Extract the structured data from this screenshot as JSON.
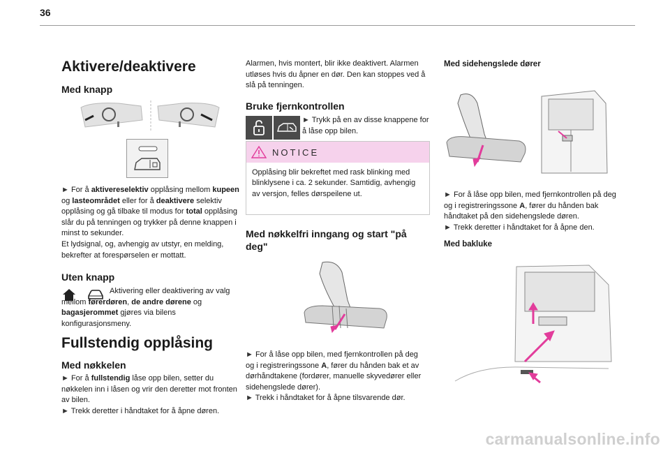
{
  "page_number": "36",
  "col1": {
    "h_main": "Aktivere/deaktivere",
    "s_knapp": {
      "heading": "Med knapp",
      "t1": "For å ",
      "b1": "aktivereselektiv",
      "t2": " opplåsing mellom ",
      "b2": "kupeen",
      "t3": " og ",
      "b3": "lasteområdet",
      "t4": " eller for å ",
      "b4": "deaktivere",
      "t5": " selektiv opplåsing og gå tilbake til modus for ",
      "b5": "total",
      "t6": " opplåsing slår du på tenningen og trykker på denne knappen i minst to sekunder.",
      "t7": "Et lydsignal, og, avhengig av utstyr, en melding, bekrefter at forespørselen er mottatt."
    },
    "s_uten": {
      "heading": "Uten knapp",
      "t1": "Aktivering eller deaktivering av valg mellom ",
      "b1": "førerdøren",
      "t2": ", ",
      "b2": "de andre dørene",
      "t3": " og ",
      "b3": "bagasjerommet",
      "t4": " gjøres via bilens konfigurasjonsmeny."
    },
    "h_full": "Fullstendig opplåsing",
    "s_nokkel": {
      "heading": "Med nøkkelen",
      "t1": "For å ",
      "b1": "fullstendig",
      "t2": " låse opp bilen, setter du nøkkelen inn i låsen og vrir den deretter mot fronten av bilen.",
      "t3": "Trekk deretter i håndtaket for å åpne døren."
    }
  },
  "col2": {
    "intro": "Alarmen, hvis montert, blir ikke deaktivert. Alarmen utløses hvis du åpner en dør. Den kan stoppes ved å slå på tenningen.",
    "h_fjern": "Bruke fjernkontrollen",
    "fjern_text": "Trykk på en av disse knappene for å låse opp bilen.",
    "notice_title": "NOTICE",
    "notice_text": "Opplåsing blir bekreftet med rask blinking med blinklysene i ca. 2 sekunder. Samtidig, avhengig av versjon, felles dørspeilene ut.",
    "h_nokkelfri": "Med nøkkelfri inngang og start \"på deg\"",
    "k1": "For å låse opp bilen, med fjernkontrollen på deg og i registreringssone ",
    "kA": "A",
    "k2": ", fører du hånden bak et av dørhåndtakene (fordører, manuelle skyvedører eller sidehengslede dører).",
    "k3": "Trekk i håndtaket for å åpne tilsvarende dør."
  },
  "col3": {
    "h_side": "Med sidehengslede dører",
    "s1": "For å låse opp bilen, med fjernkontrollen på deg og i registreringssone ",
    "sA": "A",
    "s2": ", fører du hånden bak håndtaket på den sidehengslede døren.",
    "s3": "Trekk deretter i håndtaket for å åpne den.",
    "h_bak": "Med bakluke"
  },
  "bullet": "►",
  "watermark": "carmanualsonline.info",
  "colors": {
    "pink_accent": "#e23c9b",
    "notice_bg": "#f6d2ec",
    "icon_bg": "#4a4a4a"
  },
  "icons": [
    "dashboard-left-icon",
    "dashboard-right-icon",
    "selective-unlock-button-icon",
    "house-icon",
    "car-icon",
    "padlock-open-icon",
    "van-unlock-icon",
    "warning-triangle-icon",
    "hand-door-handle-icon",
    "van-rear-icon"
  ]
}
